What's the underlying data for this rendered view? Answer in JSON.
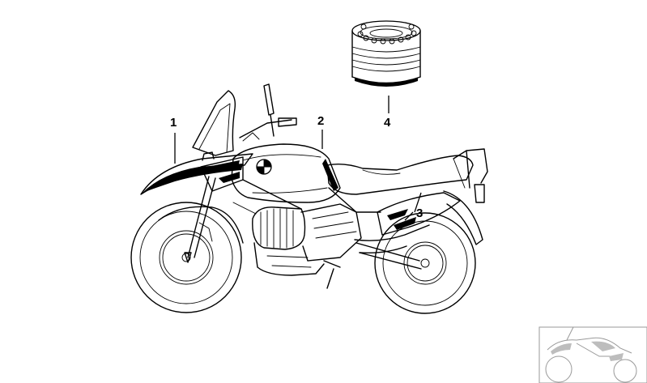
{
  "callouts": {
    "c1": "1",
    "c2": "2",
    "c3": "3",
    "c4": "4"
  },
  "parts": [
    {
      "callout": "1",
      "part": "front-fender-wing-decal"
    },
    {
      "callout": "2",
      "part": "fuel-tank-emblem"
    },
    {
      "callout": "3",
      "part": "rear-side-cover-decal"
    },
    {
      "callout": "4",
      "part": "paint-can"
    }
  ],
  "colors": {
    "line": "#000000",
    "background": "#ffffff",
    "thumbnail": "#9a9a9a"
  }
}
